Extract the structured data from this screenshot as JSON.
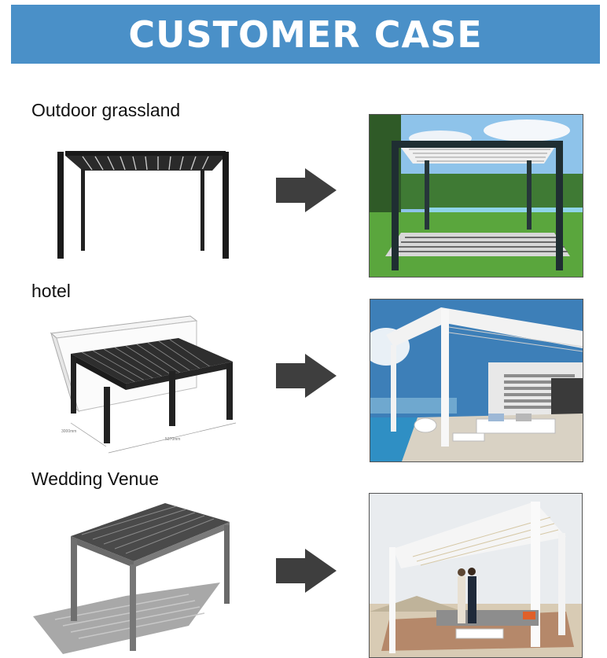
{
  "banner": {
    "title": "CUSTOMER CASE",
    "color": "#4a90c8"
  },
  "cases": [
    {
      "label": "Outdoor grassland",
      "model_icon": "dark-pergola-sketch-icon",
      "photo_icon": "grassland-pergola-photo"
    },
    {
      "label": "hotel",
      "model_icon": "wall-pergola-drawing-icon",
      "photo_icon": "hotel-pergola-photo",
      "dimensions": [
        "3000mm",
        "5370mm"
      ]
    },
    {
      "label": "Wedding Venue",
      "model_icon": "grey-pergola-render-icon",
      "photo_icon": "wedding-pergola-photo"
    }
  ],
  "arrow_icon": "arrow-right-icon"
}
